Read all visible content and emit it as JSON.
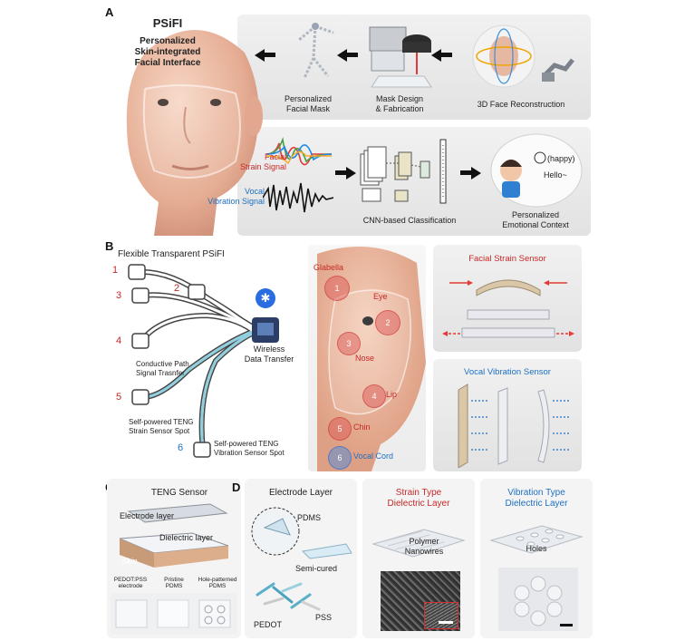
{
  "panels": {
    "a": "A",
    "b": "B",
    "c": "C",
    "d": "D"
  },
  "panel_a": {
    "title": "PSiFI",
    "subtitle_lines": [
      "Personalized",
      "Skin-integrated",
      "Facial Interface"
    ],
    "mask_label": [
      "Personalized",
      "Facial Mask"
    ],
    "fabrication_label": [
      "Mask Design",
      "& Fabrication"
    ],
    "reconstruction_label": "3D Face Reconstruction",
    "strain_signal": [
      "Facial",
      "Strain Signal"
    ],
    "vocal_signal": [
      "Vocal",
      "Vibration Signal"
    ],
    "cnn_label": "CNN-based Classification",
    "context_label": [
      "Personalized",
      "Emotional Context"
    ],
    "happy_text": "(happy)",
    "hello_text": "Hello~"
  },
  "panel_b": {
    "title": "Flexible Transparent PSiFI",
    "sensor_numbers": [
      "1",
      "2",
      "3",
      "4",
      "5",
      "6"
    ],
    "wireless_label": [
      "Wireless",
      "Data Transfer"
    ],
    "conductive_label": [
      "Conductive Path",
      "Signal Trasnfer"
    ],
    "strain_spot_label": [
      "Self-powered TENG",
      "Strain Sensor Spot"
    ],
    "vibration_spot_label": [
      "Self-powered TENG",
      "Vibration Sensor Spot"
    ],
    "face_labels": {
      "glabella": "Glabella",
      "eye": "Eye",
      "nose": "Nose",
      "lip": "Lip",
      "chin": "Chin",
      "vocal": "Vocal Cord"
    },
    "strain_sensor_title": "Facial Strain Sensor",
    "vibration_sensor_title": "Vocal Vibration Sensor"
  },
  "panel_c": {
    "title": "TENG Sensor",
    "electrode_layer": "Electrode layer",
    "dielectric_layer": "Dielectric layer",
    "skin": "Skin",
    "samples": [
      [
        "PEDOT:PSS",
        "electrode"
      ],
      [
        "Pristine",
        "PDMS"
      ],
      [
        "Hole-patterned",
        "PDMS"
      ]
    ]
  },
  "panel_d": {
    "electrode_title": "Electrode Layer",
    "pdms": "PDMS",
    "semi_cured": "Semi-cured",
    "pedot": "PEDOT",
    "pss": "PSS",
    "strain_title": [
      "Strain Type",
      "Dielectric Layer"
    ],
    "polymer_nanowires": [
      "Polymer",
      "Nanowires"
    ],
    "vibration_title": [
      "Vibration Type",
      "Dielectric Layer"
    ],
    "holes": "Holes"
  },
  "colors": {
    "red": "#c62828",
    "blue": "#1e6fc2",
    "panel_grey": "#e6e6e6"
  }
}
